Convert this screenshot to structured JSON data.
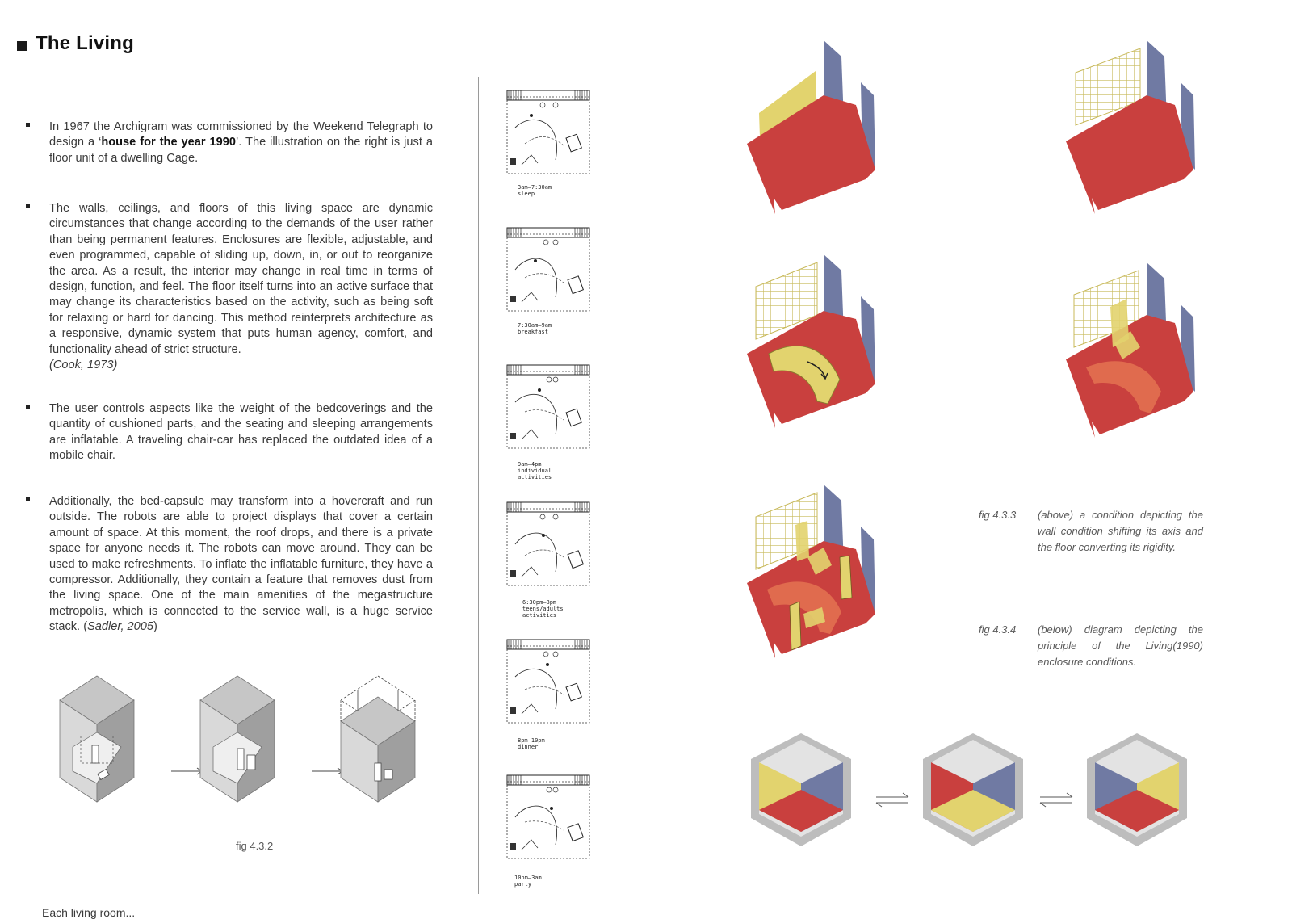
{
  "page": {
    "title": "The Living"
  },
  "paragraphs": [
    {
      "id": "p1",
      "before_bold": "In 1967 the Archigram was commissioned by the Weekend Telegraph to design a ‘",
      "bold": "house for the year 1990",
      "after_bold": "’. The illustration on the right is just a floor unit of a dwelling Cage."
    },
    {
      "id": "p2",
      "text": "The walls, ceilings, and floors of this living space are dynamic circumstances that change according to the demands of the user rather than being permanent features.  Enclosures are flexible, adjustable, and even programmed, capable of sliding up, down, in, or out to reorganize the area.  As a result, the interior may change in real time in terms of design, function, and feel.  The floor itself turns into an active surface that may change its characteristics based on the activity, such as being soft for relaxing or hard for dancing.  This method reinterprets architecture as a responsive, dynamic system that puts human agency, comfort, and functionality ahead of strict structure.",
      "citation": "(Cook, 1973)"
    },
    {
      "id": "p3",
      "text": "The user controls aspects like the weight of the bedcoverings and the quantity of cushioned parts, and the seating and sleeping arrangements are inflatable.  A traveling chair-car has replaced the outdated idea of a mobile chair."
    },
    {
      "id": "p4",
      "text": "Additionally, the bed-capsule may transform into a hovercraft and run outside.  The robots are able to project displays that cover a certain amount of space.  At this moment, the roof drops, and there is a private space for anyone needs it.  The robots can move around.  They can be used to make refreshments.  To inflate the inflatable furniture, they have a compressor.  Additionally, they contain a feature that removes dust from the living space.  One of the main amenities of the megastructure metropolis, which is connected to the service wall, is a huge service stack.",
      "citation_open": "(",
      "citation_italic": "Sadler, 2005",
      "citation_close": ")"
    }
  ],
  "figures": {
    "fig_432": {
      "label": "fig 4.3.2"
    },
    "fig_433": {
      "label": "fig 4.3.3",
      "text": "(above) a condition depicting the wall condition shifting its axis and the  floor converting its rigidity."
    },
    "fig_434": {
      "label": "fig 4.3.4",
      "text": "(below) diagram depicting the principle of the Living(1990) enclosure conditions."
    }
  },
  "plans": [
    {
      "line1": "3am–7:30am",
      "line2": "sleep",
      "line3": ""
    },
    {
      "line1": "7:30am–9am",
      "line2": "breakfast",
      "line3": ""
    },
    {
      "line1": "9am–4pm",
      "line2": "individual",
      "line3": "activities"
    },
    {
      "line1": "6:30pm–8pm",
      "line2": "teens/adults",
      "line3": "activities"
    },
    {
      "line1": "8pm–10pm",
      "line2": "dinner",
      "line3": ""
    },
    {
      "line1": "10pm–3am",
      "line2": "party",
      "line3": ""
    }
  ],
  "footer": {
    "cutoff_text": "Each living room..."
  },
  "colors": {
    "red": "#c9403e",
    "yellow": "#e2d36e",
    "purple": "#707aa3",
    "grey": "#b8b8b8",
    "line": "#3a3a3a"
  }
}
